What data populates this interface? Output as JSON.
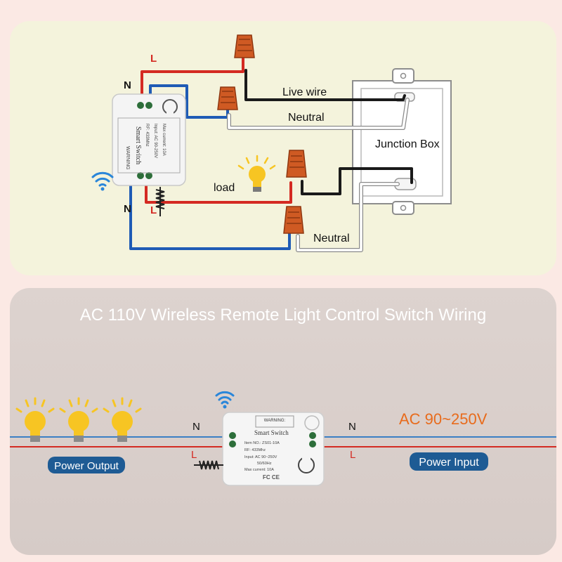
{
  "top_diagram": {
    "label_L_top": "L",
    "label_N_top": "N",
    "label_N_bottom": "N",
    "label_L_bottom": "L",
    "live_wire": "Live wire",
    "neutral_upper": "Neutral",
    "neutral_lower": "Neutral",
    "junction_box": "Junction Box",
    "load": "load",
    "device": {
      "warning": "WARNING",
      "name": "Smart Switch",
      "rf": "RF: 433Mhz",
      "input": "Input: AC 90-250V",
      "current": "Max current: 10A"
    }
  },
  "bottom_diagram": {
    "title": "AC 110V Wireless Remote Light Control Switch Wiring",
    "label_N_left": "N",
    "label_L_left": "L",
    "label_N_right": "N",
    "label_L_right": "L",
    "voltage": "AC 90~250V",
    "power_output": "Power Output",
    "power_input": "Power Input",
    "device": {
      "warning": "WARNING:",
      "name": "Smart Switch",
      "item": "Item NO.: ZS01-10A",
      "rf": "RF: 433Mhz",
      "input": "Input: AC 90~250V",
      "freq": "50/60Hz",
      "current": "Max current: 10A",
      "marks": "FC CE"
    }
  },
  "colors": {
    "live_red": "#d42a22",
    "neutral_blue": "#1f5bb5",
    "live_black": "#1a1a1a",
    "neutral_white": "#ffffff",
    "wire_nut": "#cf5a23",
    "label_red": "#d42a22",
    "voltage_orange": "#e86b1c",
    "badge_blue": "#1e5b94",
    "wifi_blue": "#2a86d9",
    "bulb_yellow": "#f7c523"
  }
}
